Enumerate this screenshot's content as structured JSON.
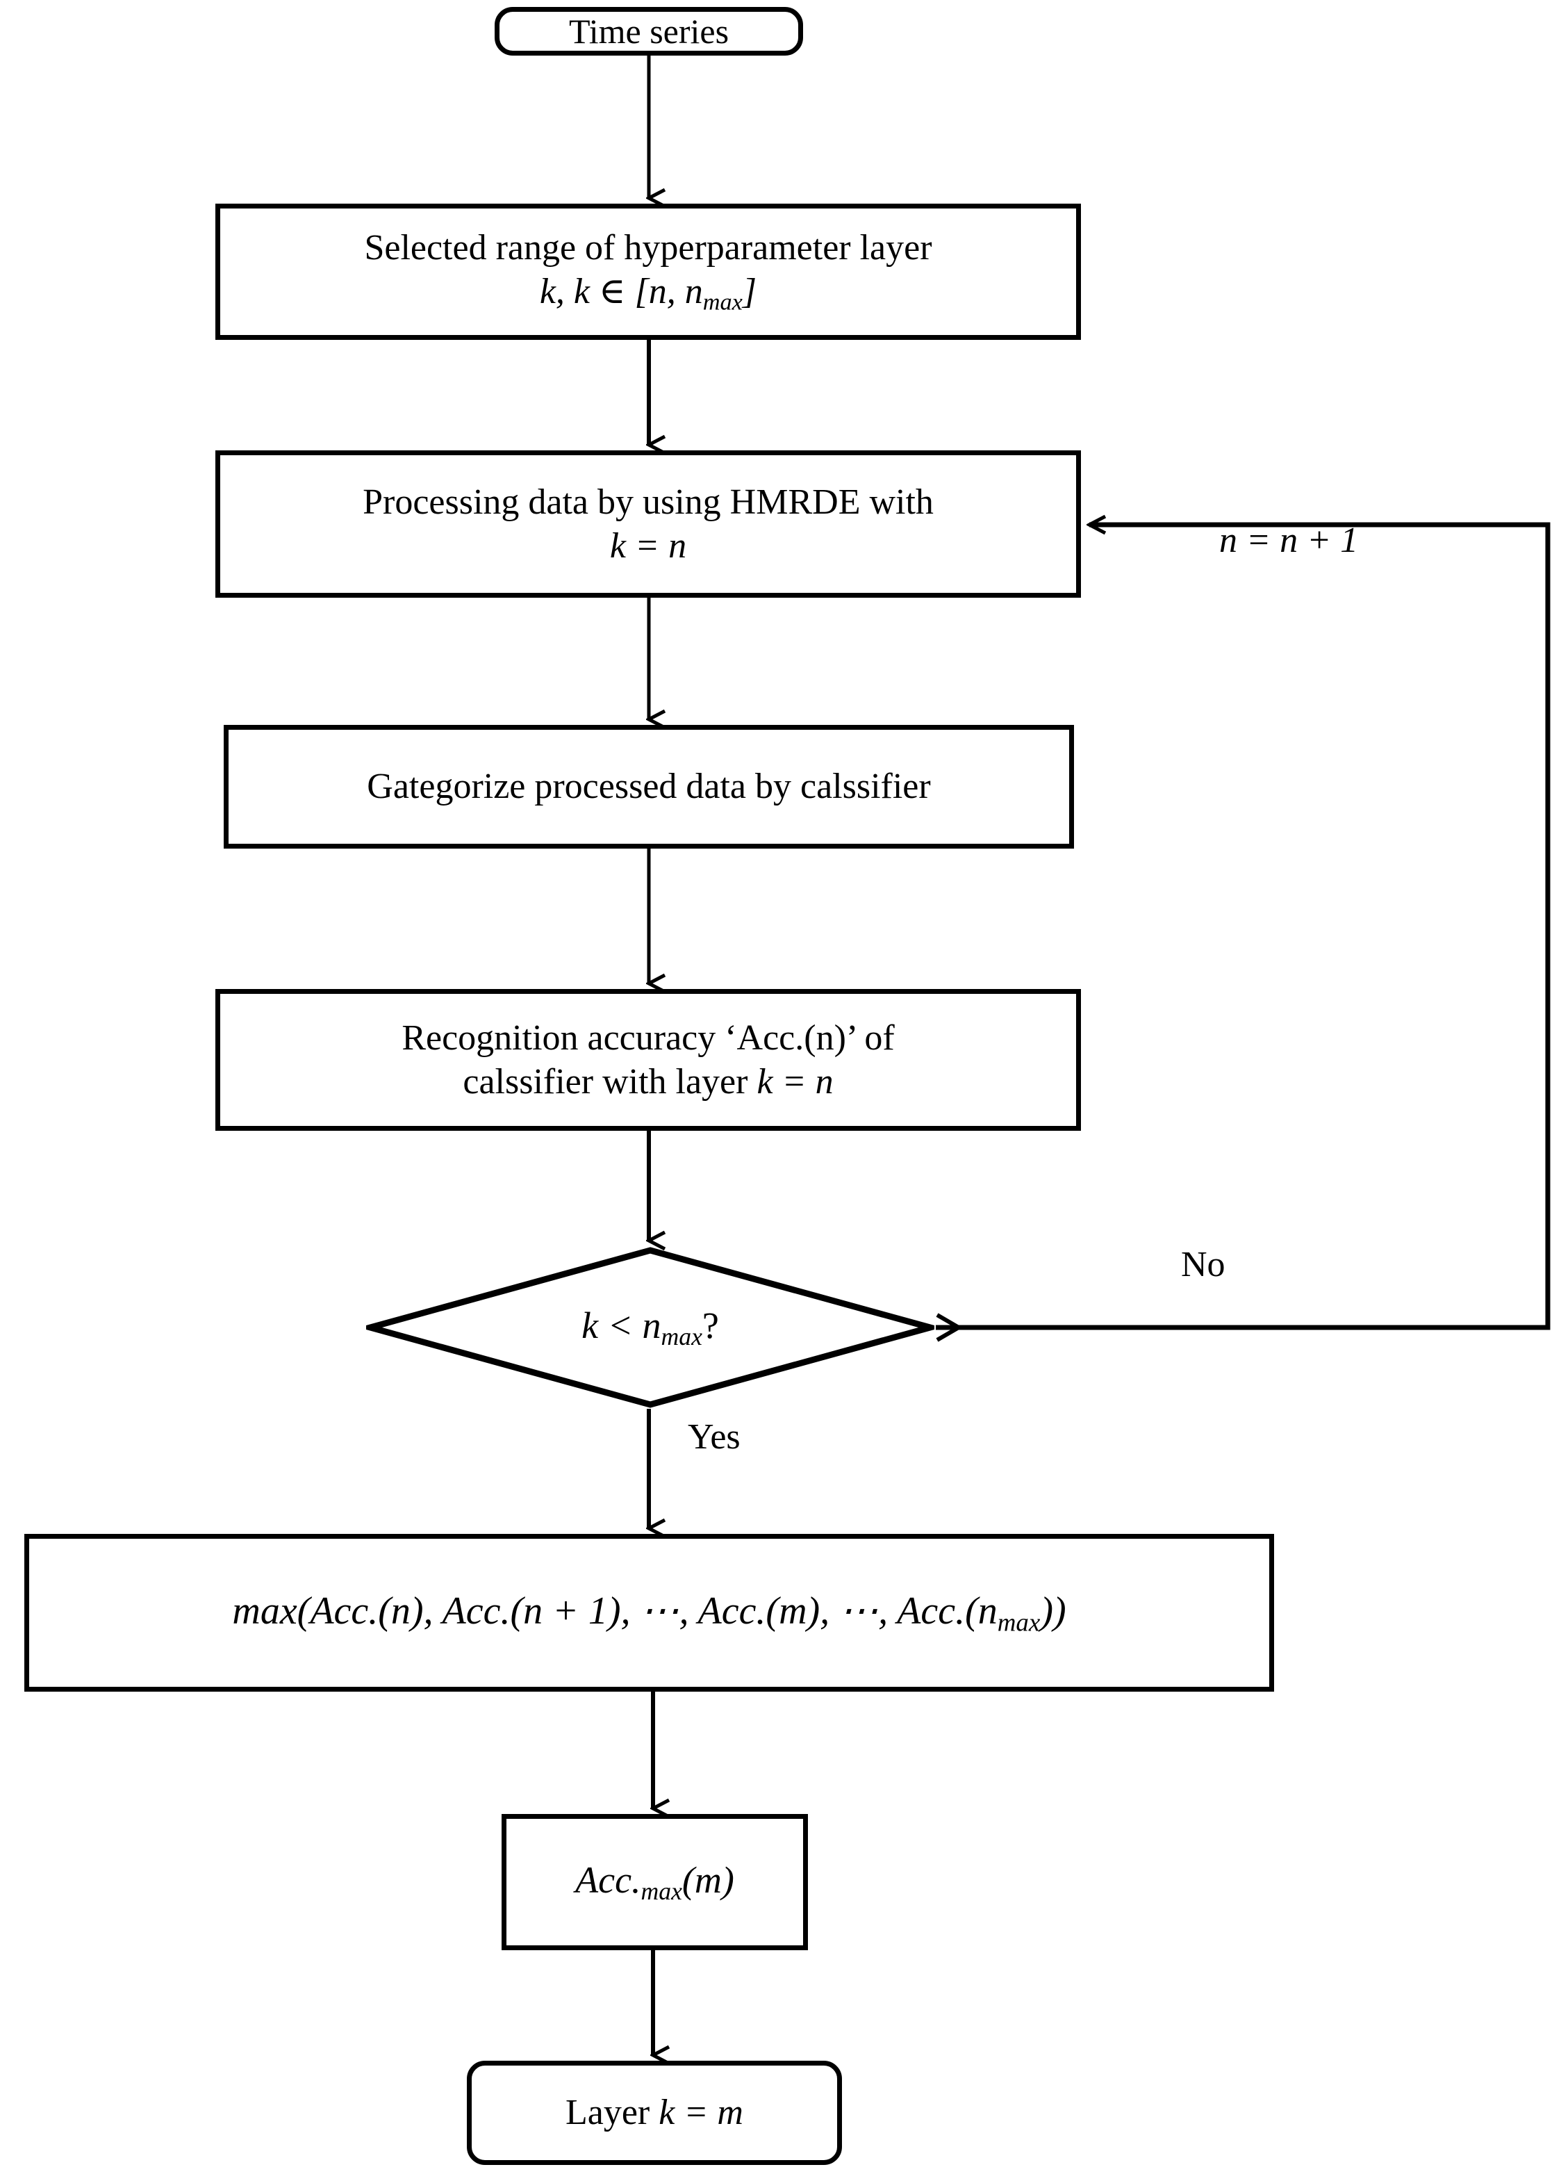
{
  "diagram": {
    "type": "flowchart",
    "title": "Hyperparameter layer selection flowchart",
    "nodes": {
      "start": {
        "label": "Time series",
        "shape": "rounded-rectangle"
      },
      "range": {
        "line1": "Selected range of hyperparameter layer",
        "line2_math": "k, k ∈ [n, n",
        "line2_sub": "max",
        "line2_tail": "]",
        "shape": "rectangle"
      },
      "processing": {
        "line1": "Processing data by using HMRDE with",
        "line2_math": "k = n",
        "shape": "rectangle"
      },
      "categorize": {
        "label": "Gategorize processed data by calssifier",
        "shape": "rectangle"
      },
      "recognition": {
        "line1": "Recognition accuracy ‘Acc.(n)’ of",
        "line2_prefix": "calssifier with layer ",
        "line2_math": "k = n",
        "shape": "rectangle"
      },
      "decision": {
        "math_prefix": "k < n",
        "math_sub": "max",
        "math_tail": "?",
        "shape": "diamond"
      },
      "max_formula": {
        "text_head": "max(Acc.(n), Acc.(n + 1), ⋯, Acc.(m), ⋯, Acc.(n",
        "text_sub": "max",
        "text_tail": "))",
        "shape": "rectangle"
      },
      "accmax": {
        "text_head": "Acc.",
        "text_sub": "max",
        "text_tail": "(m)",
        "shape": "rectangle"
      },
      "end": {
        "prefix": "Layer ",
        "math": "k = m",
        "shape": "rounded-rectangle"
      }
    },
    "edge_labels": {
      "increment": "n = n + 1",
      "no": "No",
      "yes": "Yes"
    },
    "colors": {
      "stroke": "#000000",
      "fill": "#ffffff",
      "text": "#000000"
    }
  }
}
